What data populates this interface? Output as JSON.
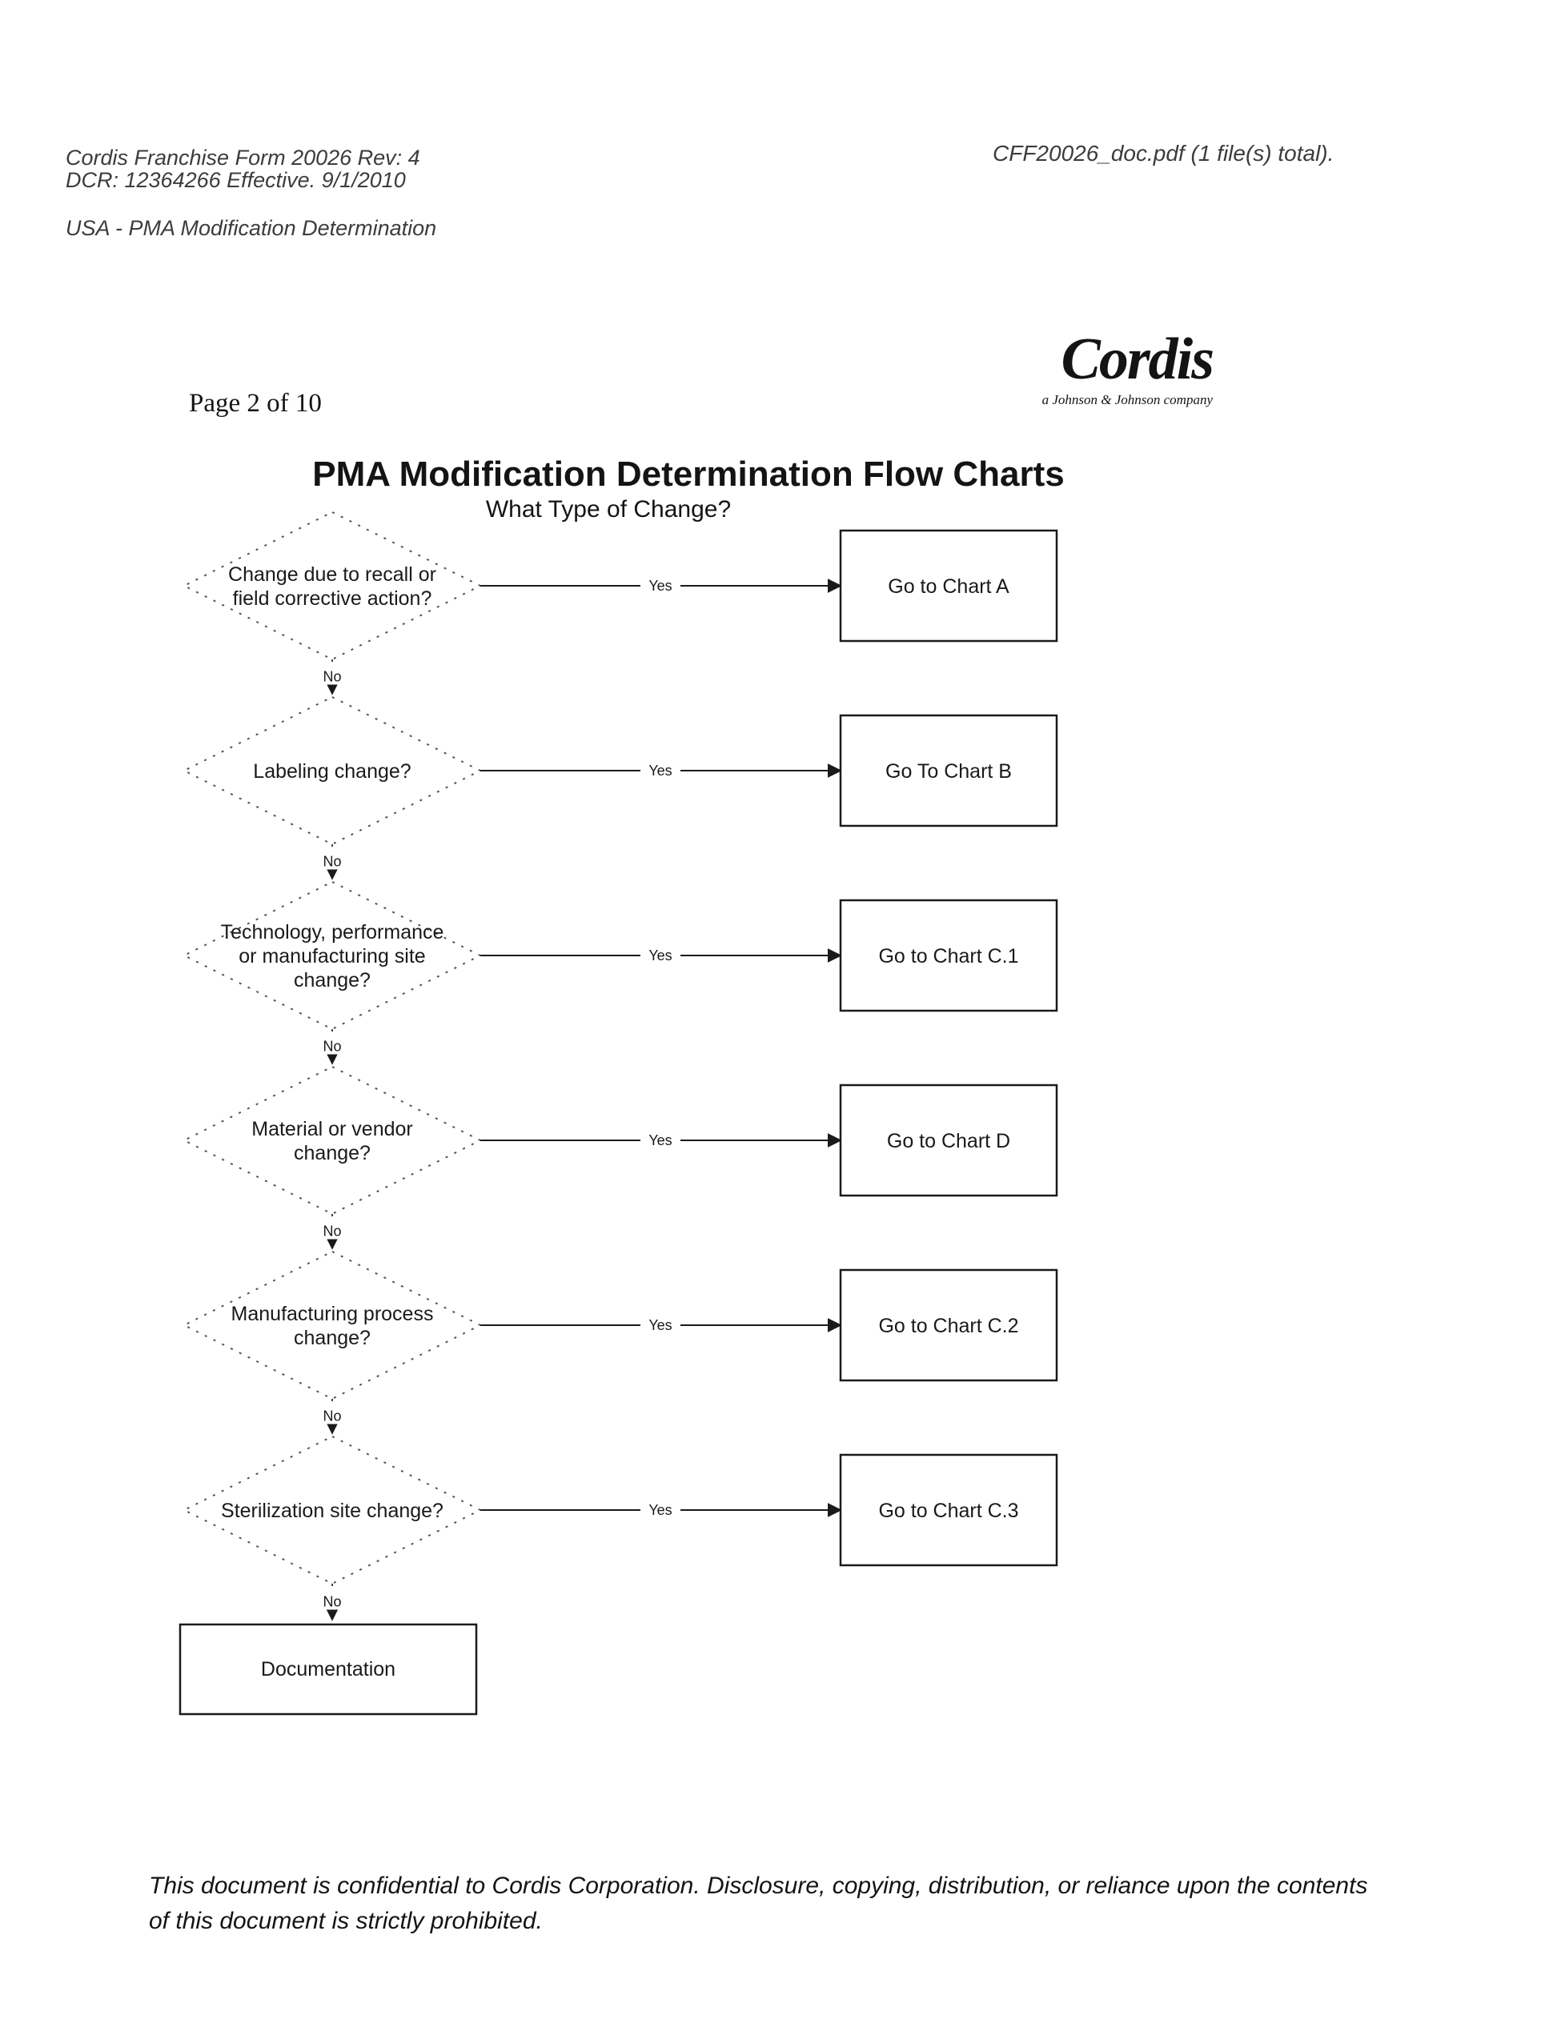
{
  "header": {
    "form_line": "Cordis Franchise Form 20026 Rev: 4",
    "dcr_line": "DCR: 12364266 Effective. 9/1/2010",
    "subject_line": "USA - PMA Modification Determination",
    "file_line": "CFF20026_doc.pdf (1 file(s) total)."
  },
  "page_label": "Page 2 of 10",
  "logo": {
    "name": "Cordis",
    "tagline": "a Johnson & Johnson company"
  },
  "title": "PMA Modification Determination Flow Charts",
  "subtitle": "What Type of Change?",
  "flow": {
    "decisions": [
      {
        "lines": [
          "Change due to recall or",
          "field corrective action?"
        ],
        "target": "Go to Chart A"
      },
      {
        "lines": [
          "Labeling change?"
        ],
        "target": "Go To Chart B"
      },
      {
        "lines": [
          "Technology, performance",
          "or manufacturing site",
          "change?"
        ],
        "target": "Go to Chart C.1"
      },
      {
        "lines": [
          "Material or vendor",
          "change?"
        ],
        "target": "Go to Chart D"
      },
      {
        "lines": [
          "Manufacturing process",
          "change?"
        ],
        "target": "Go to Chart C.2"
      },
      {
        "lines": [
          "Sterilization site change?"
        ],
        "target": "Go to Chart C.3"
      }
    ],
    "yes_label": "Yes",
    "no_label": "No",
    "end_box": "Documentation"
  },
  "footer": {
    "line1": "This document is confidential to Cordis Corporation. Disclosure, copying, distribution, or reliance upon the contents",
    "line2": "of this document is strictly prohibited."
  }
}
